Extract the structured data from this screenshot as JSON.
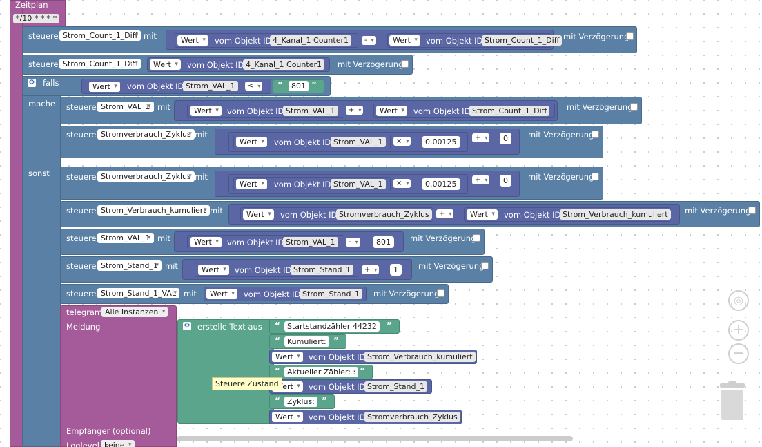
{
  "schedule": {
    "title": "Zeitplan",
    "cron": "*/10 * * * *"
  },
  "labels": {
    "steuere": "steuere",
    "mit": "mit",
    "wert": "Wert",
    "vom_objekt_id": "vom Objekt ID",
    "mit_verzoegerung": "mit Verzögerung",
    "falls": "falls",
    "mache": "mache",
    "sonst": "sonst",
    "telegram": "telegram",
    "meldung": "Meldung",
    "erstelle_text_aus": "erstelle Text aus",
    "empfaenger": "Empfänger (optional)",
    "loglevel": "Loglevel",
    "loglevel_value": "keine",
    "alle_instanzen": "Alle Instanzen",
    "quote_open": "“",
    "quote_close": "”"
  },
  "ids": {
    "strom_count_1_diff": "Strom_Count_1_Diff",
    "kanal_counter": "4_Kanal_1 Counter1",
    "strom_val_1": "Strom_VAL_1",
    "stromverbrauch_zyklus": "Stromverbrauch_Zyklus",
    "strom_verbrauch_kumuliert": "Strom_Verbrauch_kumuliert",
    "strom_stand_1": "Strom_Stand_1",
    "strom_stand_1_val": "Strom_Stand_1_VAL"
  },
  "ops": {
    "minus": "-",
    "plus": "+",
    "lt": "<",
    "times": "×"
  },
  "numbers": {
    "n801": "801",
    "factor": "0.00125",
    "zero": "0",
    "one": "1"
  },
  "texts": {
    "start": "Startstandzähler 44232",
    "kumuliert": "Kumuliert:",
    "aktueller": "Aktueller Zähler: :",
    "zyklus": "Zyklus:"
  },
  "tooltip": "Steuere Zustand",
  "tools": {
    "center": "target-icon",
    "zoom_in": "plus-icon",
    "zoom_out": "minus-icon",
    "trash": "trash-icon"
  }
}
